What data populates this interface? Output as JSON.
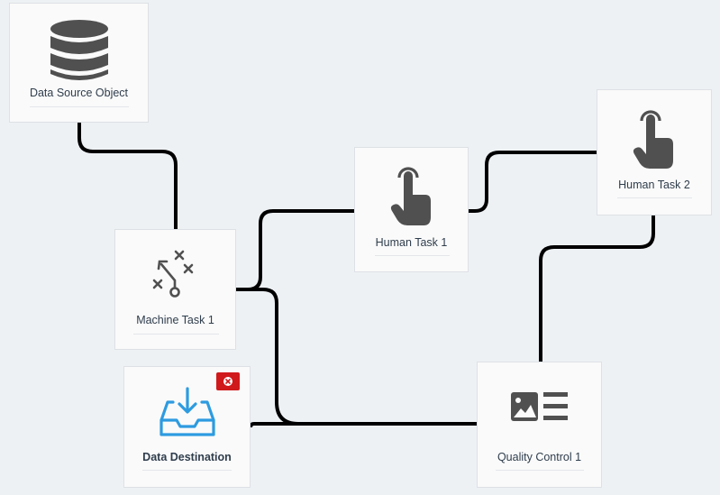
{
  "workflow": {
    "nodes": [
      {
        "id": "data-source",
        "label": "Data Source Object",
        "icon": "database-icon",
        "color": "#505050"
      },
      {
        "id": "machine-task-1",
        "label": "Machine Task 1",
        "icon": "strategy-icon",
        "color": "#505050"
      },
      {
        "id": "human-task-1",
        "label": "Human Task 1",
        "icon": "hand-pointer-icon",
        "color": "#505050"
      },
      {
        "id": "human-task-2",
        "label": "Human Task 2",
        "icon": "hand-pointer-icon",
        "color": "#505050"
      },
      {
        "id": "data-destination",
        "label": "Data Destination",
        "icon": "inbox-download-icon",
        "color": "#2d9be0",
        "error": true
      },
      {
        "id": "quality-control-1",
        "label": "Quality Control 1",
        "icon": "image-list-icon",
        "color": "#505050"
      }
    ],
    "connections": [
      {
        "from": "data-source",
        "to": "machine-task-1"
      },
      {
        "from": "machine-task-1",
        "to": "human-task-1"
      },
      {
        "from": "human-task-1",
        "to": "human-task-2"
      },
      {
        "from": "human-task-2",
        "to": "quality-control-1"
      },
      {
        "from": "machine-task-1",
        "to": "quality-control-1"
      },
      {
        "from": "quality-control-1",
        "to": "data-destination"
      }
    ],
    "colors": {
      "connector": "#000000",
      "error_badge": "#d0191b",
      "canvas": "#eef1f4"
    }
  }
}
